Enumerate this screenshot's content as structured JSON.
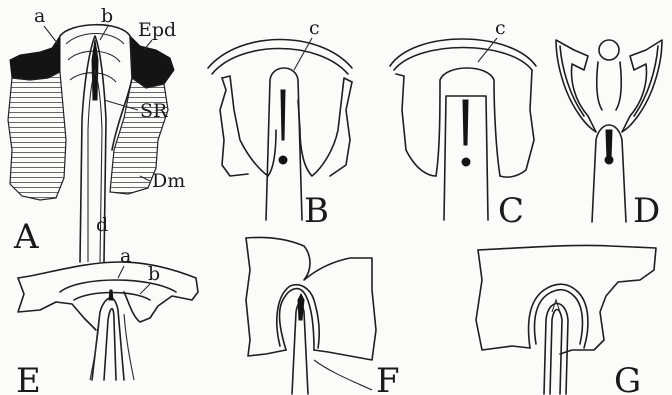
{
  "panels": [
    "A",
    "B",
    "C",
    "D",
    "E",
    "F",
    "G"
  ],
  "labels": {
    "a": "a",
    "b": "b",
    "c": "c",
    "d": "d",
    "epd": "Epd",
    "sr": "SR",
    "dm": "Dm"
  }
}
